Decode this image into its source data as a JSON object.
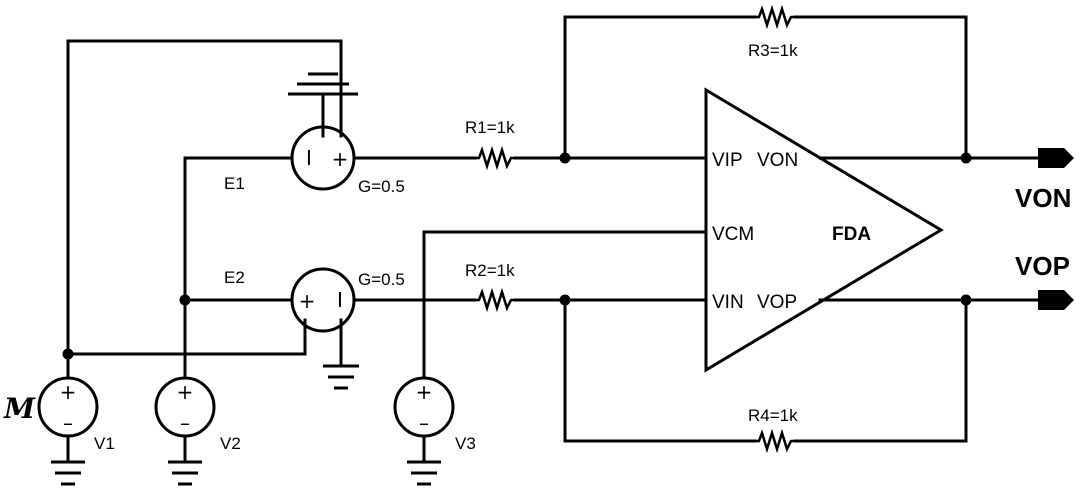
{
  "amplifier": {
    "name": "FDA",
    "pin_vip": "VIP",
    "pin_von": "VON",
    "pin_vcm": "VCM",
    "pin_vin": "VIN",
    "pin_vop": "VOP"
  },
  "resistors": {
    "r1": "R1=1k",
    "r2": "R2=1k",
    "r3": "R3=1k",
    "r4": "R4=1k"
  },
  "sources": {
    "e1": "E1",
    "e2": "E2",
    "e1_gain": "G=0.5",
    "e2_gain": "G=0.5",
    "v1": "V1",
    "v2": "V2",
    "v3": "V3"
  },
  "outputs": {
    "von": "VON",
    "vop": "VOP"
  },
  "signs": {
    "plus": "+",
    "minus": "–",
    "bar": "I"
  },
  "marker": "M"
}
